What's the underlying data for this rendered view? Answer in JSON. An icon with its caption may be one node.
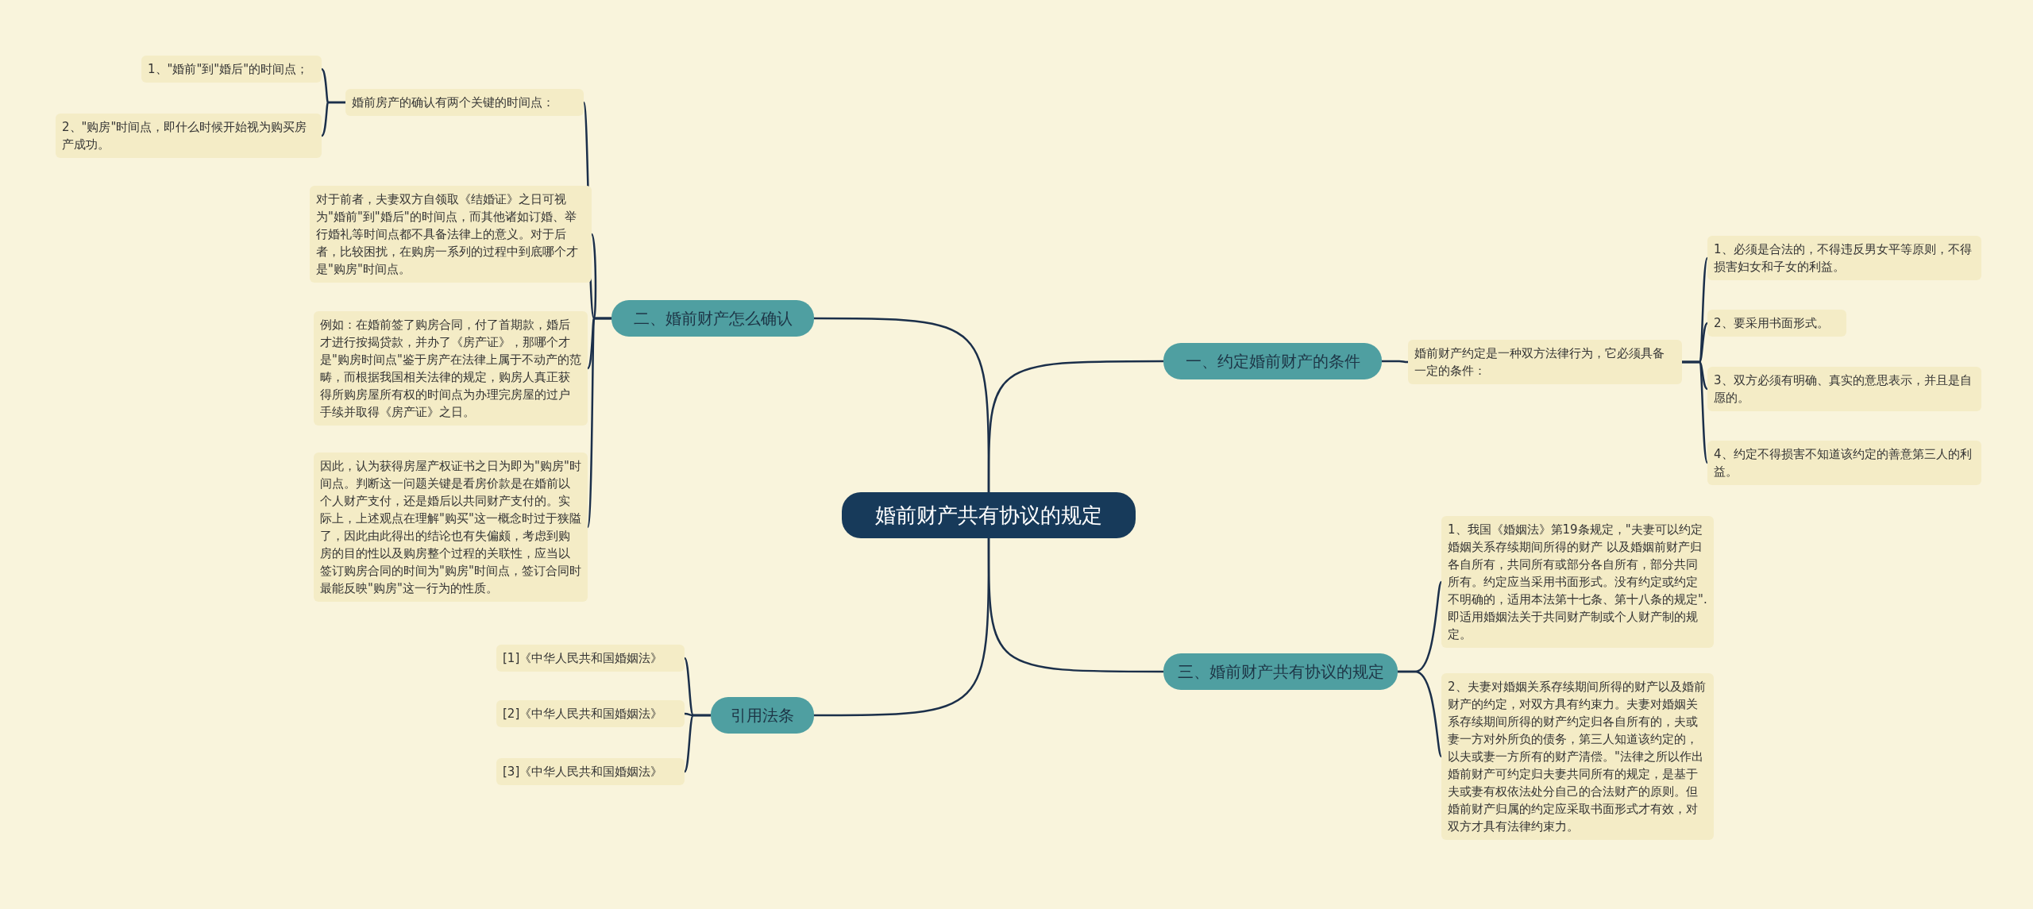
{
  "diagram": {
    "nodes": [
      {
        "text": [
          "婚前财产共有协议的规定"
        ]
      },
      {
        "text": [
          "一、约定婚前财产的条件"
        ]
      },
      {
        "text": [
          "婚前财产约定是一种双方法律行为，它必须具备一定的条件："
        ]
      },
      {
        "text": [
          "1、必须是合法的，不得违反男女平等原则，不得损害妇女和子女的利益。"
        ]
      },
      {
        "text": [
          "2、要采用书面形式。"
        ]
      },
      {
        "text": [
          "3、双方必须有明确、真实的意思表示，并且是自愿的。"
        ]
      },
      {
        "text": [
          "4、约定不得损害不知道该约定的善意第三人的利益。"
        ]
      },
      {
        "text": [
          "二、婚前财产怎么确认"
        ]
      },
      {
        "text": [
          "婚前房产的确认有两个关键的时间点："
        ]
      },
      {
        "text": [
          "1、\"婚前\"到\"婚后\"的时间点；"
        ]
      },
      {
        "text": [
          "2、\"购房\"时间点，即什么时候开始视为购买房产成功。"
        ]
      },
      {
        "text": [
          "对于前者，夫妻双方自领取《结婚证》之日可视为\"婚前\"到\"婚后\"的时间点，而其他诸如订婚、举行婚礼等时间点都不具备法律上的意义。对于后者，比较困扰，在购房一系列的过程中到底哪个才是\"购房\"时间点。"
        ]
      },
      {
        "text": [
          "例如：在婚前签了购房合同，付了首期款，婚后才进行按揭贷款，并办了《房产证》，那哪个才是\"购房时间点\"鉴于房产在法律上属于不动产的范畴，而根据我国相关法律的规定，购房人真正获得所购房屋所有权的时间点为办理完房屋的过户手续并取得《房产证》之日。"
        ]
      },
      {
        "text": [
          "因此，认为获得房屋产权证书之日为即为\"购房\"时间点。判断这一问题关键是看房价款是在婚前以个人财产支付，还是婚后以共同财产支付的。实际上，上述观点在理解\"购买\"这一概念时过于狭隘了，因此由此得出的结论也有失偏颇，考虑到购房的目的性以及购房整个过程的关联性，应当以签订购房合同的时间为\"购房\"时间点，签订合同时最能反映\"购房\"这一行为的性质。"
        ]
      },
      {
        "text": [
          "三、婚前财产共有协议的规定"
        ]
      },
      {
        "text": [
          "1、我国《婚姻法》第19条规定，\"夫妻可以约定婚姻关系存续期间所得的财产 以及婚姻前财产归各自所有，共同所有或部分各自所有，部分共同所有。约定应当采用书面形式。没有约定或约定不明确的，适用本法第十七条、第十八条的规定\".即适用婚姻法关于共同财产制或个人财产制的规定。"
        ]
      },
      {
        "text": [
          "2、夫妻对婚姻关系存续期间所得的财产以及婚前财产的约定，对双方具有约束力。夫妻对婚姻关系存续期间所得的财产约定归各自所有的，夫或妻一方对外所负的债务，第三人知道该约定的，以夫或妻一方所有的财产清偿。\"法律之所以作出婚前财产可约定归夫妻共同所有的规定，是基于夫或妻有权依法处分自己的合法财产的原则。但婚前财产归属的约定应采取书面形式才有效，对双方才具有法律约束力。"
        ]
      },
      {
        "text": [
          "引用法条"
        ]
      },
      {
        "text": [
          "[1]《中华人民共和国婚姻法》"
        ]
      },
      {
        "text": [
          "[2]《中华人民共和国婚姻法》"
        ]
      },
      {
        "text": [
          "[3]《中华人民共和国婚姻法》"
        ]
      }
    ],
    "edges": [
      {
        "from": 0,
        "to": 1,
        "arrow": "none"
      },
      {
        "from": 1,
        "to": 2,
        "arrow": "none"
      },
      {
        "from": 2,
        "to": 3,
        "arrow": "none"
      },
      {
        "from": 2,
        "to": 4,
        "arrow": "none"
      },
      {
        "from": 2,
        "to": 5,
        "arrow": "none"
      },
      {
        "from": 2,
        "to": 6,
        "arrow": "none"
      },
      {
        "from": 0,
        "to": 7,
        "arrow": "none"
      },
      {
        "from": 7,
        "to": 8,
        "arrow": "none"
      },
      {
        "from": 8,
        "to": 9,
        "arrow": "none"
      },
      {
        "from": 8,
        "to": 10,
        "arrow": "none"
      },
      {
        "from": 7,
        "to": 11,
        "arrow": "none"
      },
      {
        "from": 7,
        "to": 12,
        "arrow": "none"
      },
      {
        "from": 7,
        "to": 13,
        "arrow": "none"
      },
      {
        "from": 0,
        "to": 14,
        "arrow": "none"
      },
      {
        "from": 14,
        "to": 15,
        "arrow": "none"
      },
      {
        "from": 14,
        "to": 16,
        "arrow": "none"
      },
      {
        "from": 0,
        "to": 17,
        "arrow": "none"
      },
      {
        "from": 17,
        "to": 18,
        "arrow": "none"
      },
      {
        "from": 17,
        "to": 19,
        "arrow": "none"
      },
      {
        "from": 17,
        "to": 20,
        "arrow": "none"
      }
    ]
  }
}
